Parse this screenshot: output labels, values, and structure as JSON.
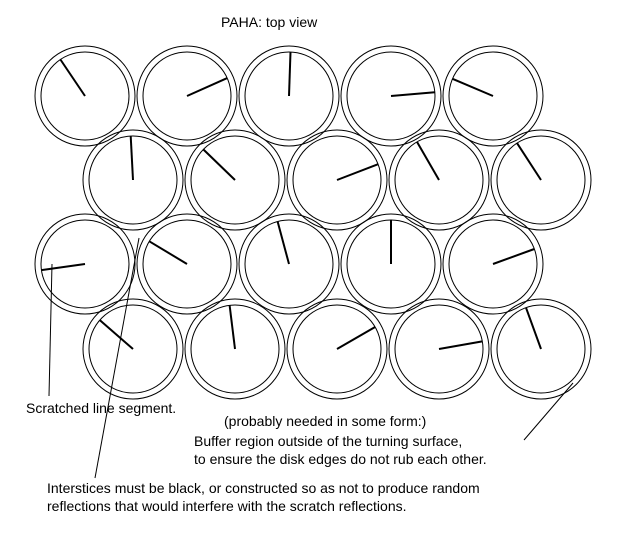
{
  "title": "PAHA: top view",
  "labels": {
    "scratched_line": "Scratched line segment.",
    "probably_needed": "(probably needed in some form:)",
    "buffer_line1": "Buffer region outside of the turning surface,",
    "buffer_line2": "to ensure the disk edges do not rub each other.",
    "interstices_line1": "Interstices must be black, or constructed so as not to produce random",
    "interstices_line2": "reflections that would interfere with the scratch reflections."
  },
  "colors": {
    "stroke": "#000000",
    "background": "#ffffff"
  },
  "diagram": {
    "rows": 4,
    "disks_per_row": 5,
    "scratch_angles_deg": [
      [
        -124,
        -24,
        -88,
        -5,
        -157
      ],
      [
        -93,
        -136,
        -21,
        -120,
        -123
      ],
      [
        172,
        -149,
        -105,
        270,
        -20
      ],
      [
        -139,
        -97,
        -30,
        -10,
        -110
      ]
    ]
  }
}
